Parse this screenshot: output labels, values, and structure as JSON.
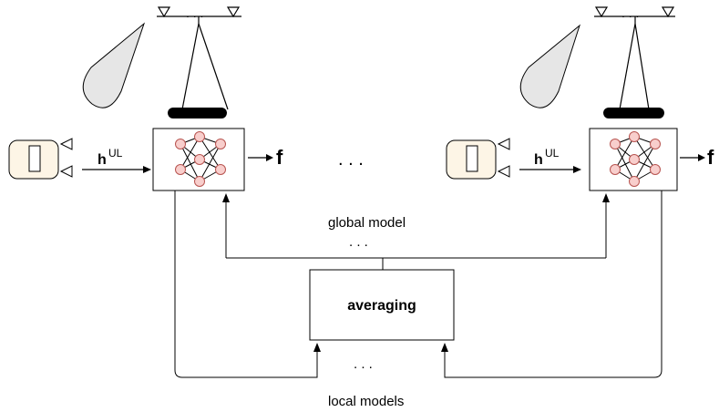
{
  "labels": {
    "uplink_main": "h",
    "uplink_sup": "UL",
    "output": "f",
    "ellipsis": ". . .",
    "antenna_ellipsis": ". . .",
    "global_model": "global model",
    "averaging": "averaging",
    "local_models": "local models"
  },
  "colors": {
    "stroke": "#000000",
    "neuron_fill": "#f8cecc",
    "neuron_stroke": "#b85450",
    "device_fill": "#fdf5e6",
    "beam_fill": "#e6e6e6"
  },
  "icons": [
    "antenna-array-icon",
    "beam-icon",
    "panel-icon",
    "user-device-icon",
    "neural-network-icon"
  ]
}
